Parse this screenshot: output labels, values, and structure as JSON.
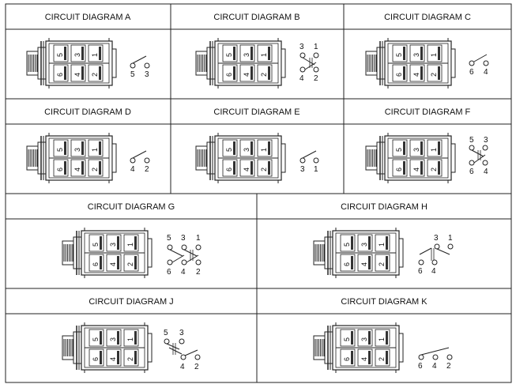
{
  "diagrams": [
    {
      "title": "CIRCUIT DIAGRAM A",
      "terminals": [
        "5",
        "3"
      ]
    },
    {
      "title": "CIRCUIT DIAGRAM B",
      "terminals": [
        "3",
        "1",
        "4",
        "2"
      ]
    },
    {
      "title": "CIRCUIT DIAGRAM C",
      "terminals": [
        "6",
        "4"
      ]
    },
    {
      "title": "CIRCUIT DIAGRAM D",
      "terminals": [
        "4",
        "2"
      ]
    },
    {
      "title": "CIRCUIT DIAGRAM E",
      "terminals": [
        "3",
        "1"
      ]
    },
    {
      "title": "CIRCUIT DIAGRAM F",
      "terminals": [
        "5",
        "3",
        "6",
        "4"
      ]
    },
    {
      "title": "CIRCUIT DIAGRAM G",
      "terminals": [
        "5",
        "3",
        "1",
        "6",
        "4",
        "2"
      ]
    },
    {
      "title": "CIRCUIT DIAGRAM H",
      "terminals": [
        "3",
        "1",
        "6",
        "4"
      ]
    },
    {
      "title": "CIRCUIT DIAGRAM J",
      "terminals": [
        "5",
        "3",
        "4",
        "2"
      ]
    },
    {
      "title": "CIRCUIT DIAGRAM K",
      "terminals": [
        "6",
        "4",
        "2"
      ]
    }
  ],
  "relay_terminal_labels": [
    "5",
    "3",
    "1",
    "6",
    "4",
    "2"
  ]
}
